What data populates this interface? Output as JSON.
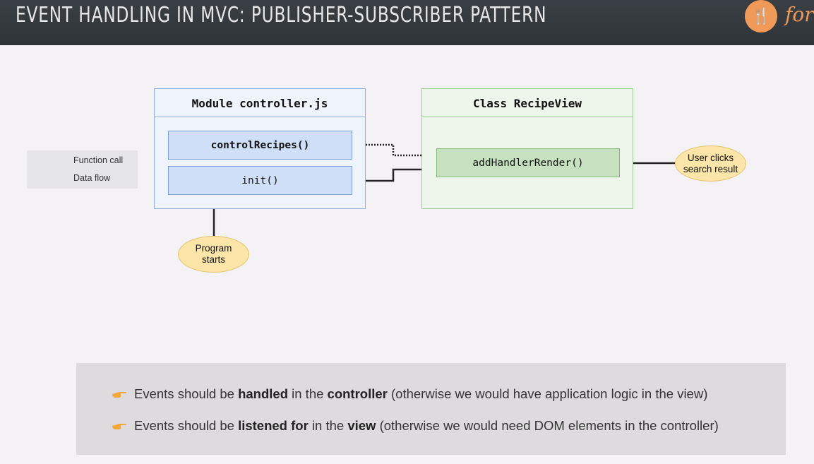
{
  "header": {
    "title": "EVENT HANDLING IN MVC: PUBLISHER-SUBSCRIBER PATTERN",
    "logo_icon": "fork-knife-icon",
    "logo_text": "for"
  },
  "legend": {
    "function_call": "Function call",
    "data_flow": "Data flow"
  },
  "controller": {
    "title": "Module controller.js",
    "functions": [
      "controlRecipes()",
      "init()"
    ]
  },
  "view": {
    "title": "Class RecipeView",
    "function": "addHandlerRender()"
  },
  "bubbles": {
    "program_line1": "Program",
    "program_line2": "starts",
    "user_line1": "User clicks",
    "user_line2": "search result"
  },
  "notes": {
    "note1": {
      "pre": "Events should be ",
      "b1": "handled",
      "mid": " in the ",
      "b2": "controller",
      "post": " (otherwise we would have application logic in the view)"
    },
    "note2": {
      "pre": "Events should be ",
      "b1": "listened for",
      "mid": " in the ",
      "b2": "view",
      "post": " (otherwise we would need DOM elements in the controller)"
    }
  },
  "colors": {
    "header_bg": "#32373b",
    "controller_accent": "#8fb0dc",
    "view_accent": "#98cc8a",
    "bubble": "#fbe5a8",
    "logo": "#f09a5a"
  }
}
